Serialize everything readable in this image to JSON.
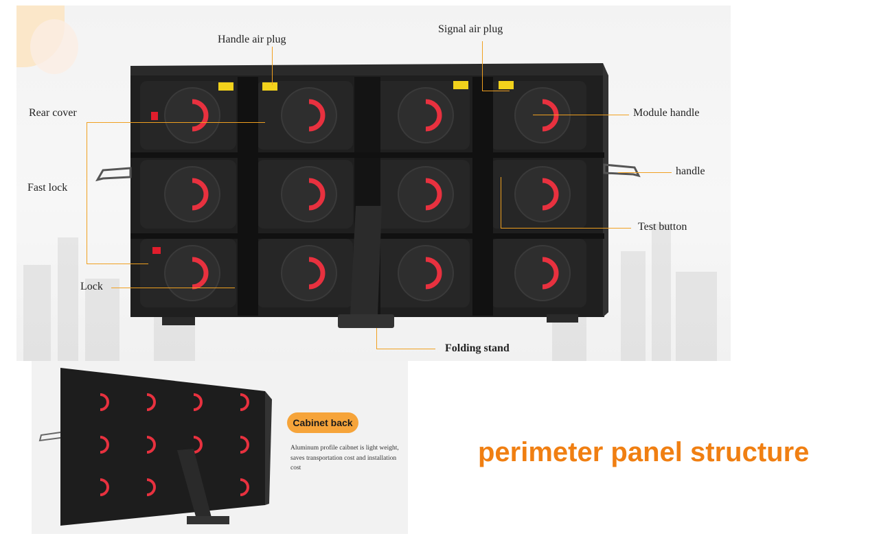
{
  "labels": {
    "handle_air_plug": "Handle air plug",
    "signal_air_plug": "Signal air plug",
    "rear_cover": "Rear cover",
    "module_handle": "Module handle",
    "fast_lock": "Fast lock",
    "handle": "handle",
    "test_button": "Test button",
    "lock": "Lock",
    "folding_stand": "Folding stand"
  },
  "badge": {
    "title": "Cabinet back",
    "description": "Aluminum profile caibnet is light weight, saves transportation cost and installation cost"
  },
  "headline": "perimeter panel structure",
  "colors": {
    "accent_orange": "#f07f12",
    "badge_orange": "#f6a43a",
    "leader_line": "#f0a020",
    "module_red": "#e8313f",
    "cabinet_dark": "#1e1e1e",
    "plug_yellow": "#f2d21c"
  },
  "cabinet": {
    "columns": 4,
    "rows": 3
  }
}
